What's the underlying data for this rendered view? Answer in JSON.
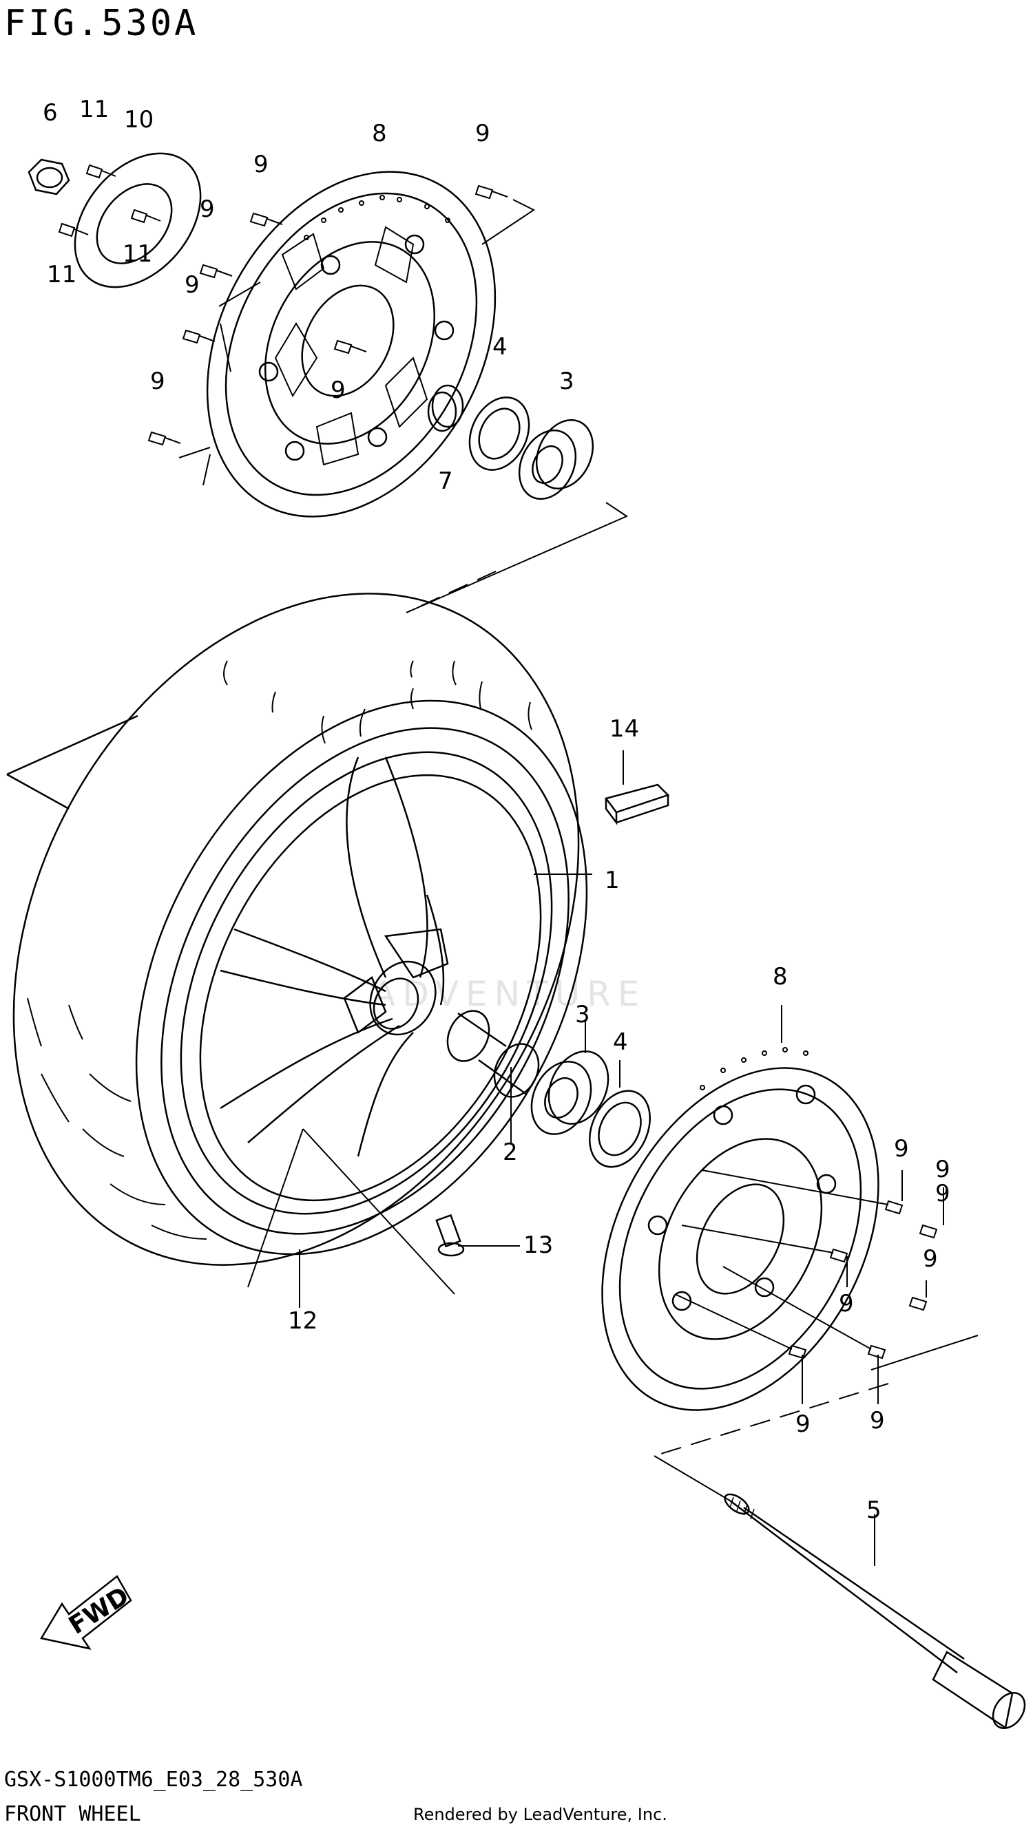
{
  "header": {
    "fig_title": "FIG.530A"
  },
  "footer": {
    "diagram_code": "GSX-S1000TM6_E03_28_530A",
    "diagram_name": "FRONT WHEEL",
    "rendered_by": "Rendered by LeadVenture, Inc."
  },
  "watermark": {
    "text": "ADVENTURE"
  },
  "fwd_arrow": {
    "label": "FWD"
  },
  "callouts": {
    "p1": "1",
    "p2": "2",
    "p3_top": "3",
    "p3_mid": "3",
    "p4_top": "4",
    "p4_mid": "4",
    "p5": "5",
    "p6": "6",
    "p7": "7",
    "p8_top": "8",
    "p8_mid": "8",
    "p9_a": "9",
    "p9_b": "9",
    "p9_c": "9",
    "p9_d": "9",
    "p9_e": "9",
    "p9_f": "9",
    "p9_g": "9",
    "p9_h": "9",
    "p9_i": "9",
    "p9_j": "9",
    "p9_k": "9",
    "p9_l": "9",
    "p9_m": "9",
    "p10": "10",
    "p11_a": "11",
    "p11_b": "11",
    "p11_c": "11",
    "p12": "12",
    "p13": "13",
    "p14": "14"
  }
}
